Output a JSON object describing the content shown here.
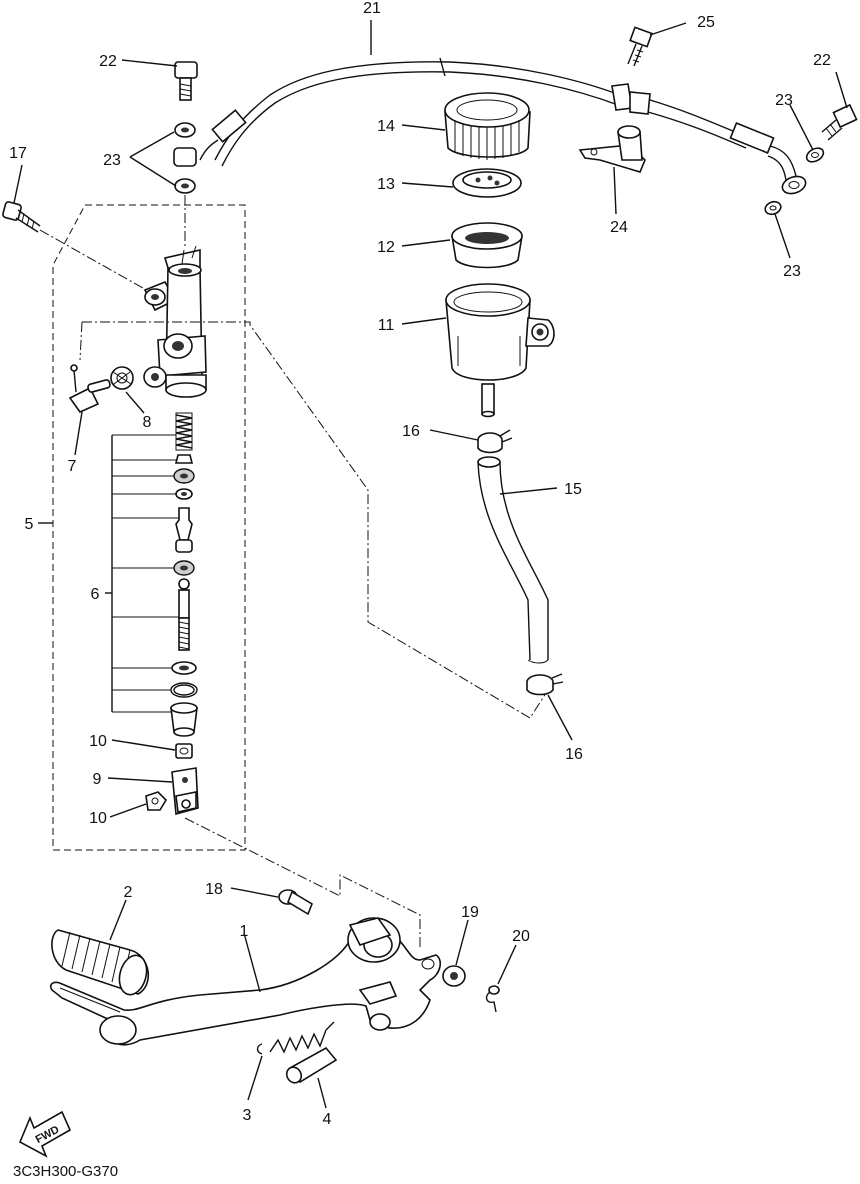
{
  "diagram_code": "3C3H300-G370",
  "fwd_label": "FWD",
  "labels": {
    "p1": "1",
    "p2": "2",
    "p3": "3",
    "p4": "4",
    "p5": "5",
    "p6": "6",
    "p7": "7",
    "p8": "8",
    "p9": "9",
    "p10a": "10",
    "p10b": "10",
    "p11": "11",
    "p12": "12",
    "p13": "13",
    "p14": "14",
    "p15": "15",
    "p16a": "16",
    "p16b": "16",
    "p17": "17",
    "p18": "18",
    "p19": "19",
    "p20": "20",
    "p21": "21",
    "p22a": "22",
    "p22b": "22",
    "p23a": "23",
    "p23b": "23",
    "p23c": "23",
    "p24": "24",
    "p25": "25"
  }
}
